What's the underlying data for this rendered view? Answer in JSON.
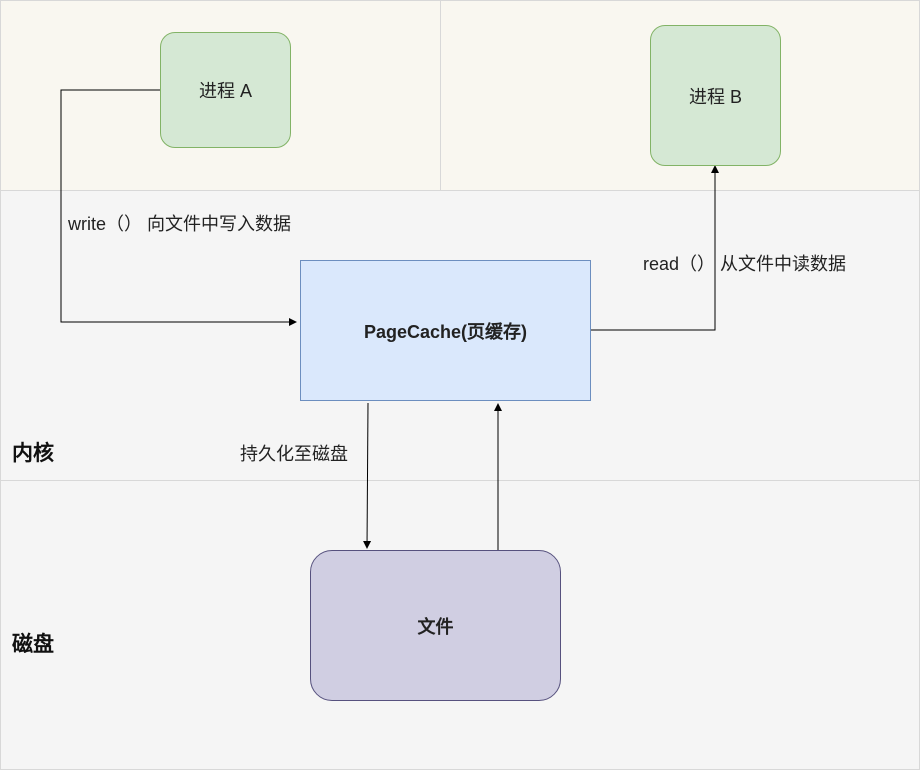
{
  "zones": {
    "kernel_title": "内核",
    "disk_title": "磁盘"
  },
  "nodes": {
    "process_a": "进程 A",
    "process_b": "进程 B",
    "pagecache": "PageCache(页缓存)",
    "file": "文件"
  },
  "edges": {
    "write": "write（）  向文件中写入数据",
    "read": "read（）  从文件中读数据",
    "persist": "持久化至磁盘"
  }
}
